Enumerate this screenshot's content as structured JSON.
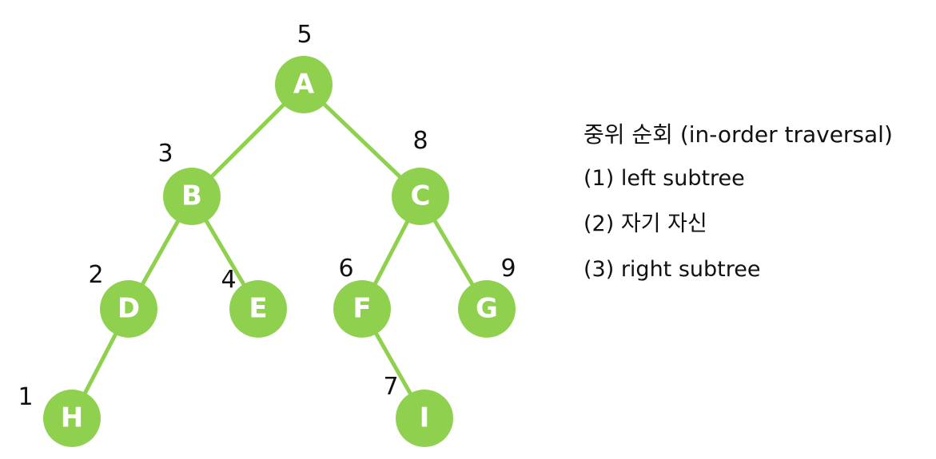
{
  "diagram": {
    "nodes": [
      {
        "id": "A",
        "label": "A",
        "order": "5"
      },
      {
        "id": "B",
        "label": "B",
        "order": "3"
      },
      {
        "id": "C",
        "label": "C",
        "order": "8"
      },
      {
        "id": "D",
        "label": "D",
        "order": "2"
      },
      {
        "id": "E",
        "label": "E",
        "order": "4"
      },
      {
        "id": "F",
        "label": "F",
        "order": "6"
      },
      {
        "id": "G",
        "label": "G",
        "order": "9"
      },
      {
        "id": "H",
        "label": "H",
        "order": "1"
      },
      {
        "id": "I",
        "label": "I",
        "order": "7"
      }
    ],
    "edges": [
      [
        "A",
        "B"
      ],
      [
        "A",
        "C"
      ],
      [
        "B",
        "D"
      ],
      [
        "B",
        "E"
      ],
      [
        "C",
        "F"
      ],
      [
        "C",
        "G"
      ],
      [
        "D",
        "H"
      ],
      [
        "F",
        "I"
      ]
    ],
    "colors": {
      "node": "#8fd14f",
      "edge": "#8fd14f",
      "node_text": "#ffffff",
      "order_text": "#111111"
    }
  },
  "legend": {
    "title": "중위 순회 (in-order traversal)",
    "items": [
      "(1) left subtree",
      "(2) 자기 자신",
      "(3) right subtree"
    ]
  }
}
